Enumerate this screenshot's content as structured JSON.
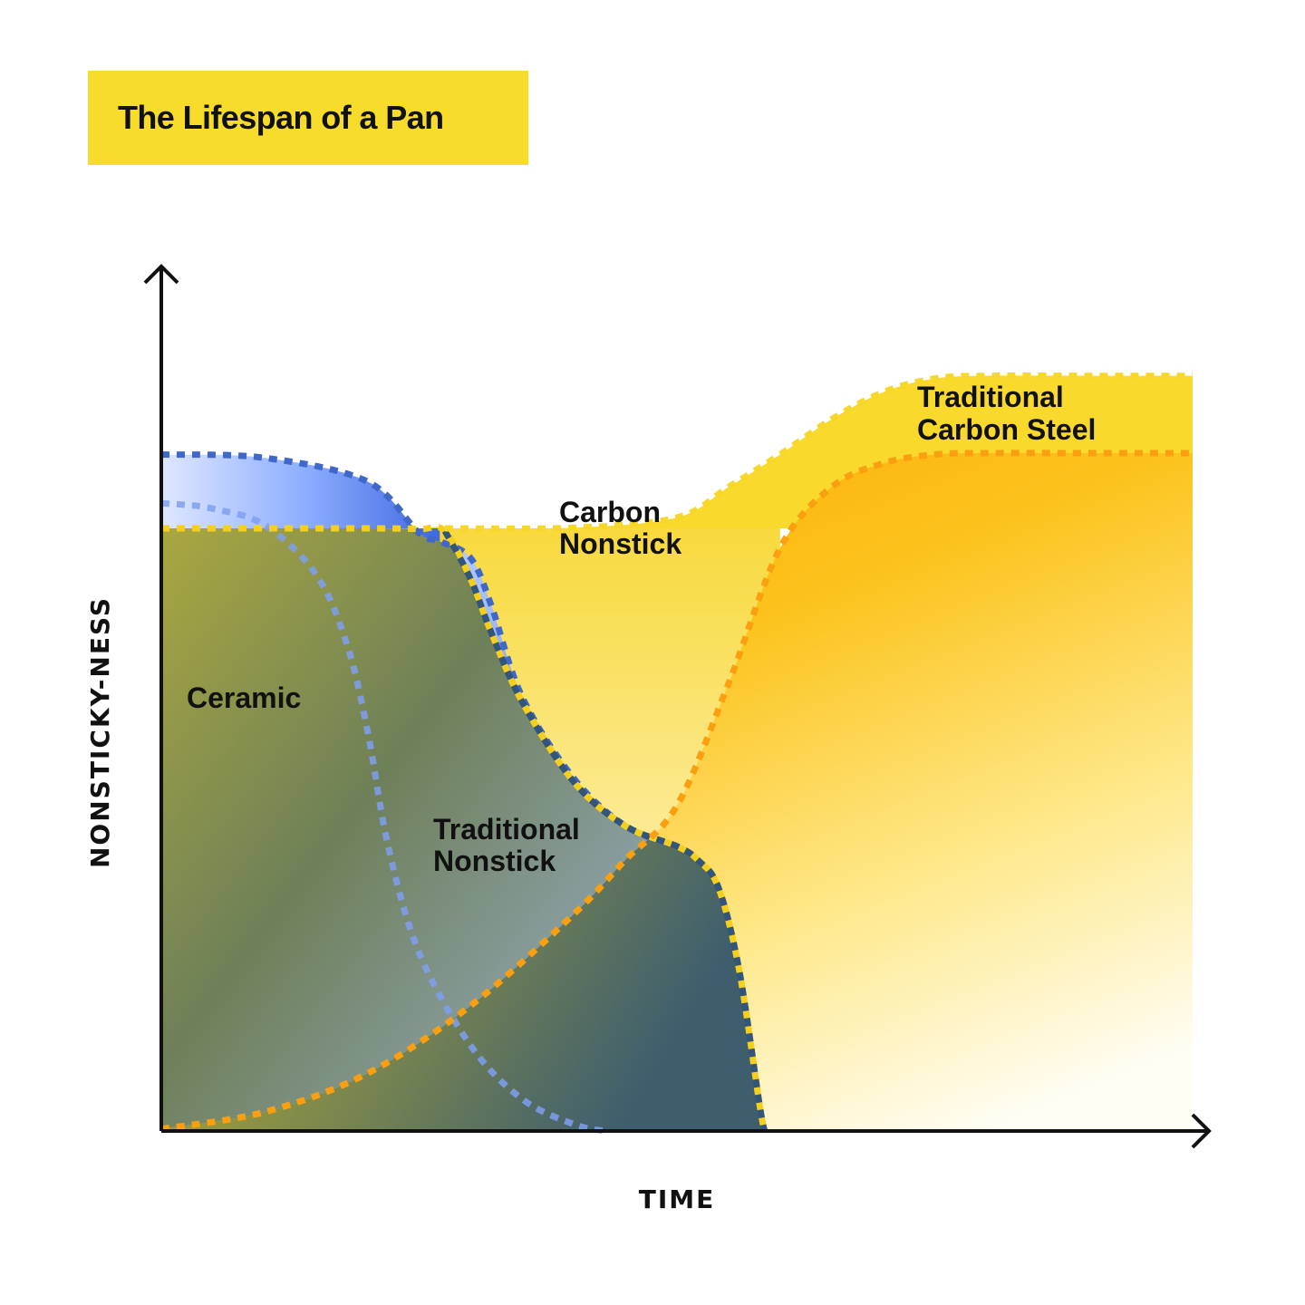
{
  "chart_data": {
    "type": "area",
    "title": "The Lifespan of a Pan",
    "xlabel": "TIME",
    "ylabel": "NONSTICKY-NESS",
    "xlim": [
      0,
      100
    ],
    "ylim": [
      0,
      100
    ],
    "grid": false,
    "legend": "none",
    "series": [
      {
        "name": "Ceramic",
        "color": "#e3c94a",
        "x": [
          0,
          2,
          5,
          10,
          15,
          18,
          20,
          22,
          25,
          30,
          35,
          40,
          43
        ],
        "y": [
          92.6,
          92.4,
          91.8,
          89.4,
          82.1,
          71.8,
          59.0,
          42.0,
          26.3,
          12.6,
          4.7,
          1.0,
          0
        ]
      },
      {
        "name": "Traditional Nonstick",
        "color": "#6b8ff0",
        "x": [
          0,
          10,
          20,
          25,
          27,
          30,
          32,
          35,
          40,
          45,
          50
        ],
        "y": [
          99.8,
          99.3,
          95.8,
          88.2,
          87.0,
          84.5,
          77.5,
          64.0,
          52.0,
          45.0,
          42.0
        ]
      },
      {
        "name": "Carbon Nonstick",
        "color": "#f7d528",
        "x": [
          0,
          20,
          25,
          27.5,
          30,
          32,
          35,
          40,
          45,
          50,
          52,
          54,
          56,
          58,
          58.5
        ],
        "y": [
          88.9,
          88.9,
          88.8,
          88.5,
          81.4,
          73.5,
          63.3,
          51.5,
          45.0,
          42.0,
          40.0,
          36.0,
          24.0,
          4.0,
          0
        ]
      },
      {
        "name": "Traditional Carbon Steel",
        "color": "#fdb40a",
        "x": [
          0,
          10,
          20,
          30,
          40,
          45,
          50,
          55,
          60,
          65,
          70,
          75,
          80,
          90,
          100
        ],
        "y": [
          0.3,
          2.8,
          8.5,
          18.5,
          32.0,
          40.0,
          48.0,
          66.0,
          86.0,
          95.0,
          98.5,
          99.8,
          100,
          100,
          100
        ]
      },
      {
        "name": "",
        "color": "#f5d226",
        "x": [
          27.5,
          40,
          50,
          55,
          60,
          65,
          70,
          75,
          80,
          90,
          100
        ],
        "y": [
          88.9,
          89.0,
          90.5,
          95.0,
          99.8,
          105.0,
          109.0,
          111.0,
          111.4,
          111.4,
          111.4
        ]
      }
    ],
    "labels": {
      "ceramic": "Ceramic",
      "traditional_nonstick": [
        "Traditional",
        "Nonstick"
      ],
      "carbon_nonstick": [
        "Carbon",
        "Nonstick"
      ],
      "traditional_carbon_steel": [
        "Traditional",
        "Carbon Steel"
      ]
    }
  }
}
